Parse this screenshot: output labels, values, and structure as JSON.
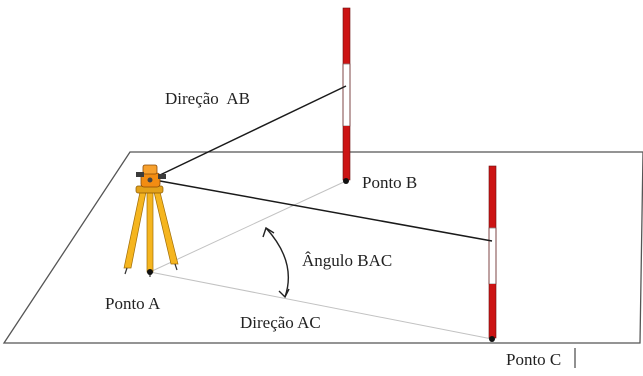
{
  "diagram": {
    "labels": {
      "direction_ab": "Direção  AB",
      "point_b": "Ponto B",
      "angle_bac": "Ângulo BAC",
      "point_a": "Ponto A",
      "direction_ac": "Direção AC",
      "point_c": "Ponto C"
    },
    "colors": {
      "plane_edge": "#555555",
      "sight_line": "#1a1a1a",
      "ground_line": "#bbbbbb",
      "rod_red": "#cc1414",
      "rod_white": "#ffffff",
      "tripod_yellow": "#f5b51f",
      "instrument_orange": "#f28c12"
    },
    "icons": {
      "instrument": "theodolite-on-tripod",
      "rod_b": "leveling-rod",
      "rod_c": "leveling-rod",
      "angle_arc": "double-arrow-arc"
    }
  }
}
